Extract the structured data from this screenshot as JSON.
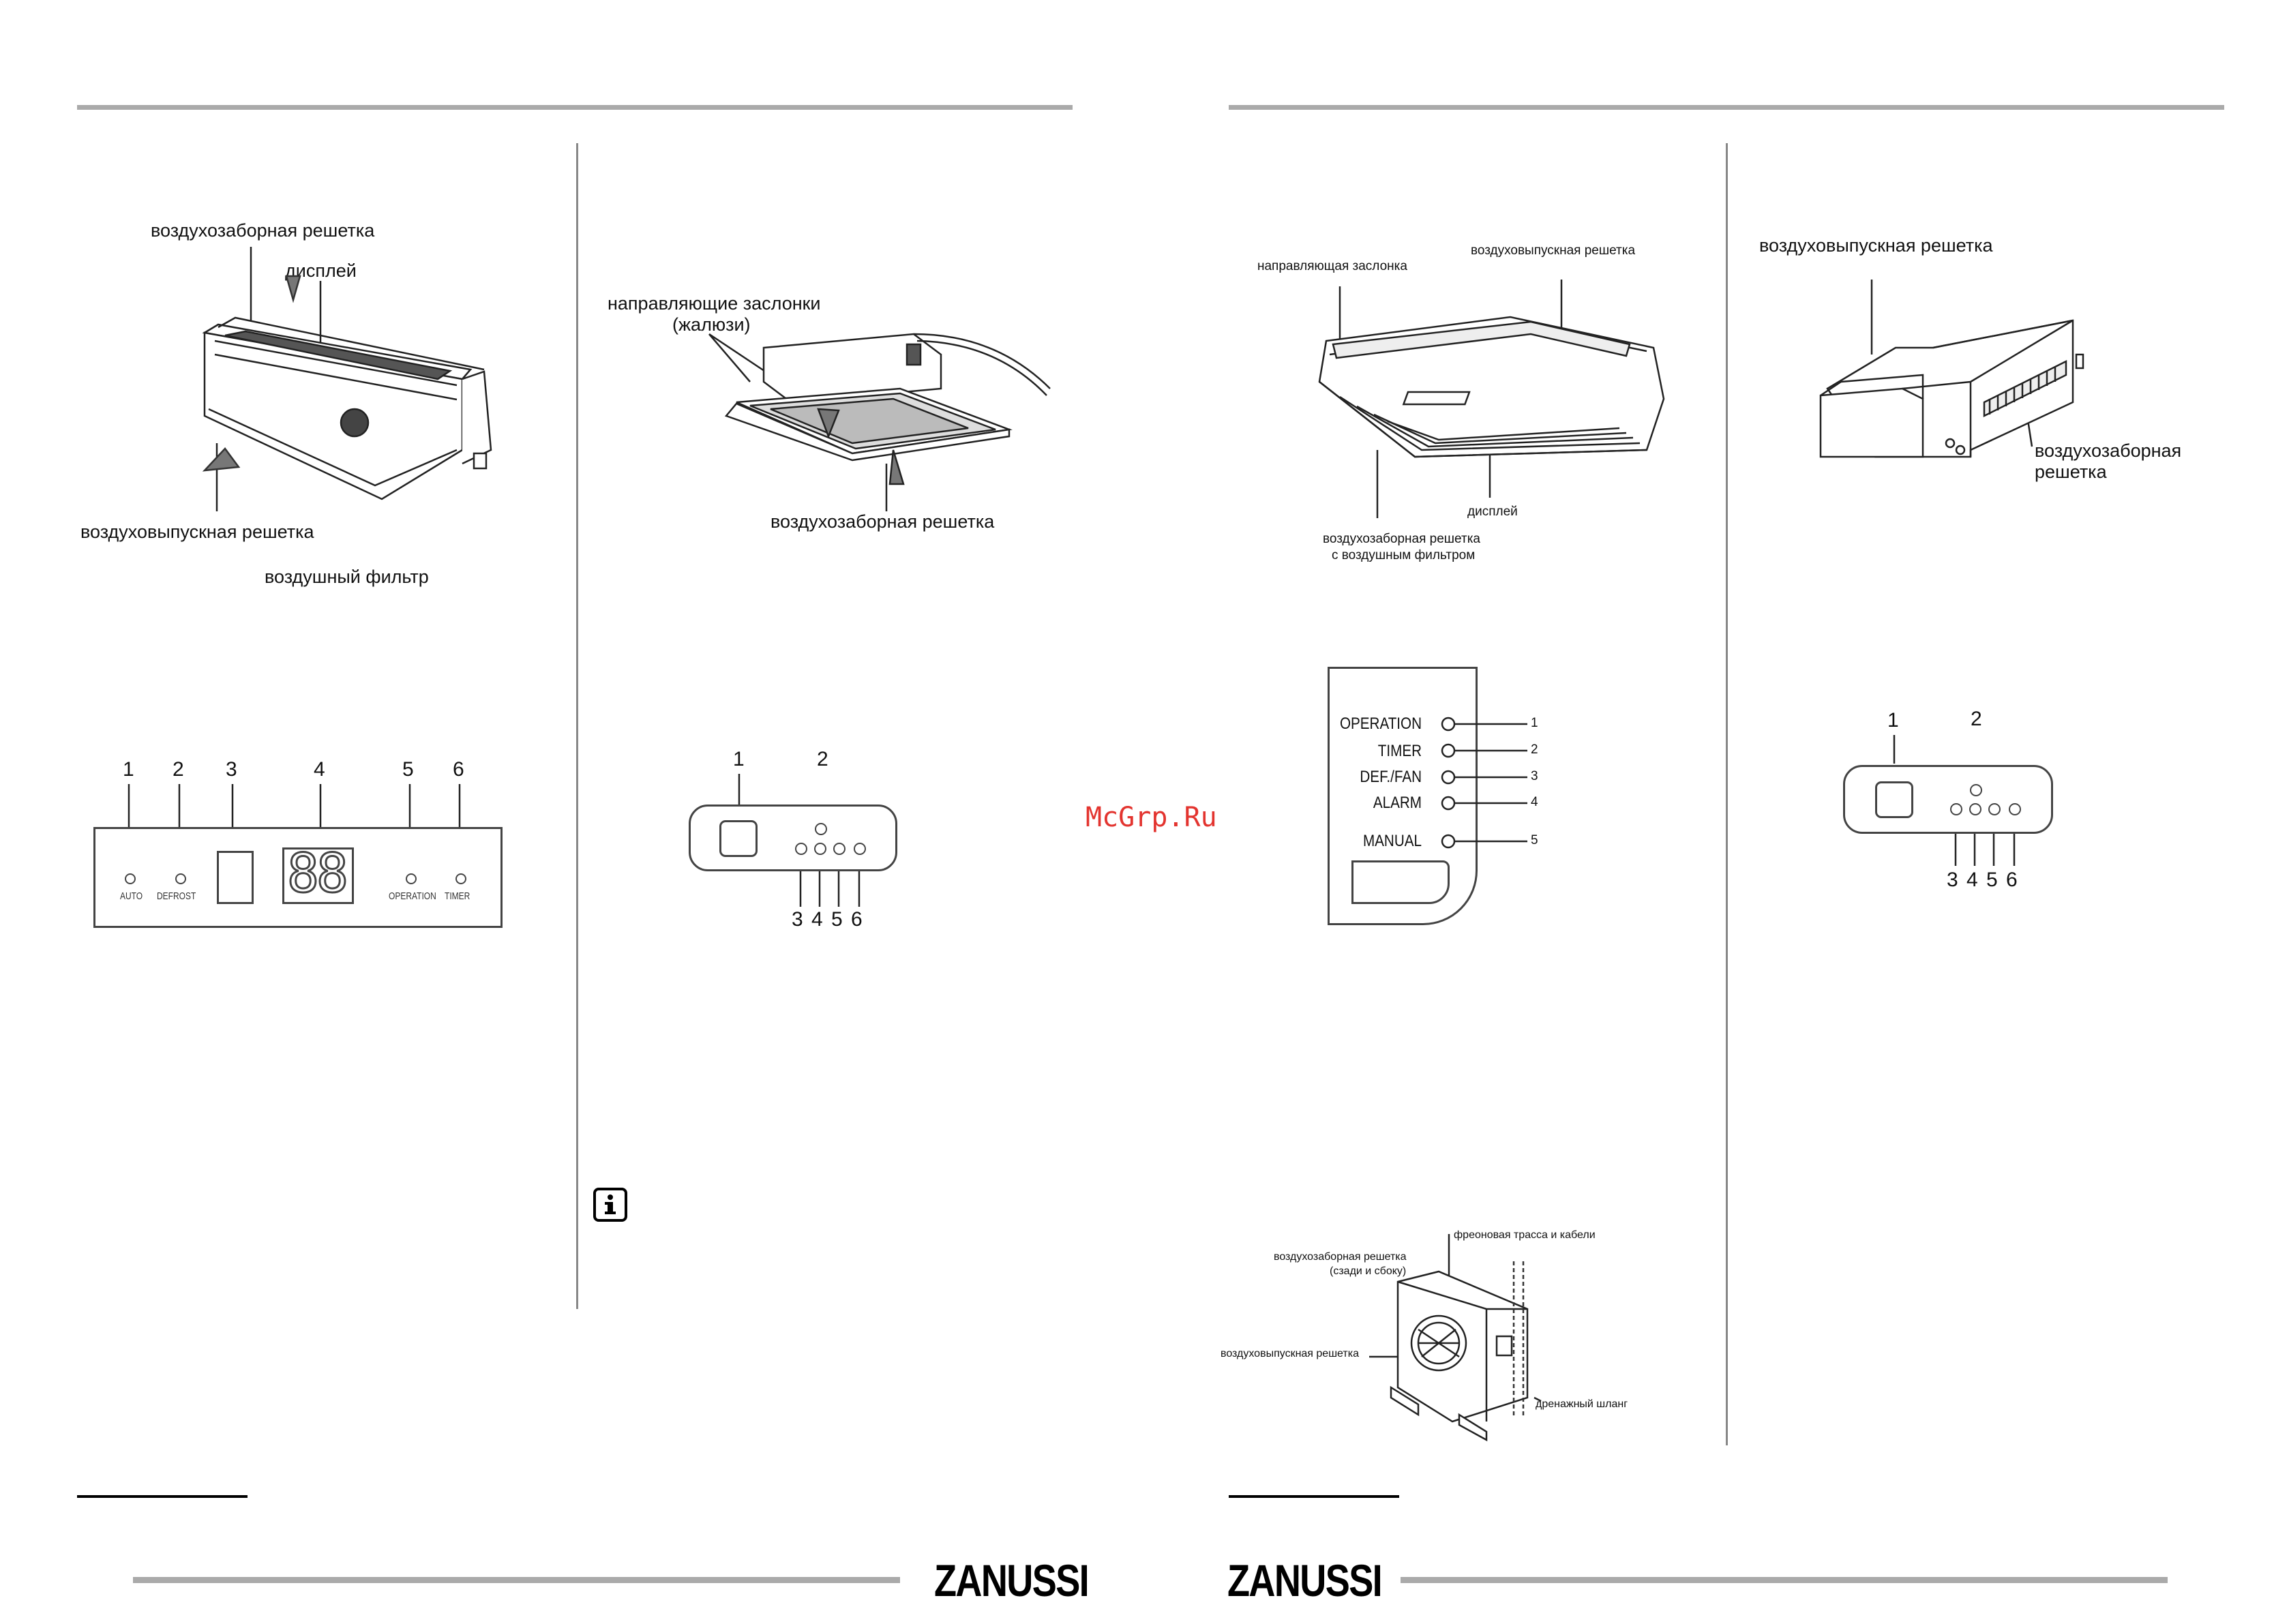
{
  "brand": "ZANUSSI",
  "watermark": "McGrp.Ru",
  "wall_unit": {
    "label_intake": "воздухозаборная решетка",
    "label_display": "дисплей",
    "label_outlet": "воздуховыпускная решетка",
    "label_filter": "воздушный фильтр",
    "panel_numbers": [
      "1",
      "2",
      "3",
      "4",
      "5",
      "6"
    ],
    "led_labels": [
      "AUTO",
      "DEFROST",
      "OPERATION",
      "TIMER"
    ],
    "digits": "88"
  },
  "cassette_unit": {
    "label_louvers_1": "направляющие заслонки",
    "label_louvers_2": "(жалюзи)",
    "label_intake": "воздухозаборная решетка",
    "panel_top_numbers": [
      "1",
      "2"
    ],
    "panel_bottom_numbers": "3 4 5 6"
  },
  "ceiling_unit": {
    "label_louver": "направляющая заслонка",
    "label_outlet": "воздуховыпускная решетка",
    "label_display": "дисплей",
    "label_intake_1": "воздухозаборная решетка",
    "label_intake_2": "с воздушным фильтром",
    "indicators": [
      {
        "label": "OPERATION",
        "num": "1"
      },
      {
        "label": "TIMER",
        "num": "2"
      },
      {
        "label": "DEF./FAN",
        "num": "3"
      },
      {
        "label": "ALARM",
        "num": "4"
      },
      {
        "label": "MANUAL",
        "num": "5"
      }
    ]
  },
  "outdoor_unit": {
    "label_intake_1": "воздухозаборная решетка",
    "label_intake_2": "(сзади и сбоку)",
    "label_pipes": "фреоновая трасса и кабели",
    "label_outlet": "воздуховыпускная решетка",
    "label_drain": "дренажный шланг"
  },
  "duct_unit": {
    "label_outlet": "воздуховыпускная решетка",
    "label_intake_1": "воздухозаборная",
    "label_intake_2": "решетка",
    "panel_top_numbers": [
      "1",
      "2"
    ],
    "panel_bottom_numbers": "3 4 5 6"
  }
}
